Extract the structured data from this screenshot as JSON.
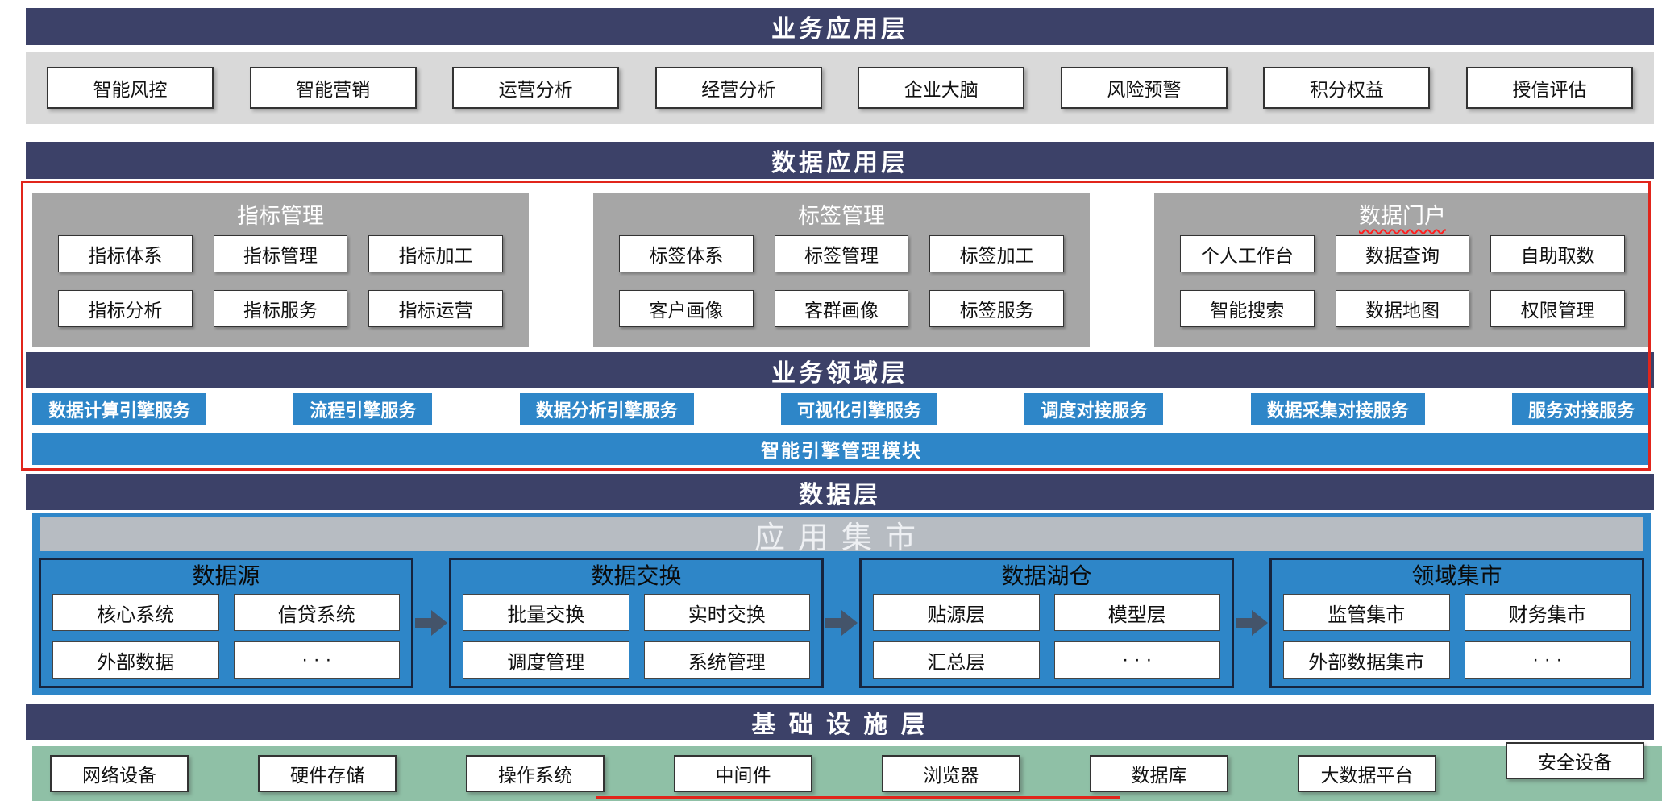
{
  "layers": {
    "business_app": {
      "title": "业务应用层"
    },
    "data_app": {
      "title": "数据应用层"
    },
    "business_domain": {
      "title": "业务领域层"
    },
    "data": {
      "title": "数据层"
    },
    "infrastructure": {
      "title": "基 础 设 施 层"
    }
  },
  "business_apps": [
    "智能风控",
    "智能营销",
    "运营分析",
    "经营分析",
    "企业大脑",
    "风险预警",
    "积分权益",
    "授信评估"
  ],
  "data_app_panels": [
    {
      "title": "指标管理",
      "items": [
        "指标体系",
        "指标管理",
        "指标加工",
        "指标分析",
        "指标服务",
        "指标运营"
      ]
    },
    {
      "title": "标签管理",
      "items": [
        "标签体系",
        "标签管理",
        "标签加工",
        "客户画像",
        "客群画像",
        "标签服务"
      ]
    },
    {
      "title": "数据门户",
      "items": [
        "个人工作台",
        "数据查询",
        "自助取数",
        "智能搜索",
        "数据地图",
        "权限管理"
      ]
    }
  ],
  "domain_services": [
    "数据计算引擎服务",
    "流程引擎服务",
    "数据分析引擎服务",
    "可视化引擎服务",
    "调度对接服务",
    "数据采集对接服务",
    "服务对接服务"
  ],
  "engine_bar_label": "智能引擎管理模块",
  "app_mart": {
    "header": "应用集市",
    "panels": [
      {
        "title": "数据源",
        "items": [
          "核心系统",
          "信贷系统",
          "外部数据",
          "· · ·"
        ]
      },
      {
        "title": "数据交换",
        "items": [
          "批量交换",
          "实时交换",
          "调度管理",
          "系统管理"
        ]
      },
      {
        "title": "数据湖仓",
        "items": [
          "贴源层",
          "模型层",
          "汇总层",
          "· · ·"
        ]
      },
      {
        "title": "领域集市",
        "items": [
          "监管集市",
          "财务集市",
          "外部数据集市",
          "· · ·"
        ]
      }
    ]
  },
  "infrastructure_items": [
    "网络设备",
    "硬件存储",
    "操作系统",
    "中间件",
    "浏览器",
    "数据库",
    "大数据平台",
    "安全设备"
  ],
  "colors": {
    "layer_banner": "#3c4168",
    "apps_band": "#d9d9d9",
    "panel_gray": "#a6a6a6",
    "primary_blue": "#2e86c8",
    "mart_header": "#b7bcc2",
    "infra_green": "#8fc0a6",
    "highlight_red": "#e1251b",
    "arrow": "#44546a"
  }
}
